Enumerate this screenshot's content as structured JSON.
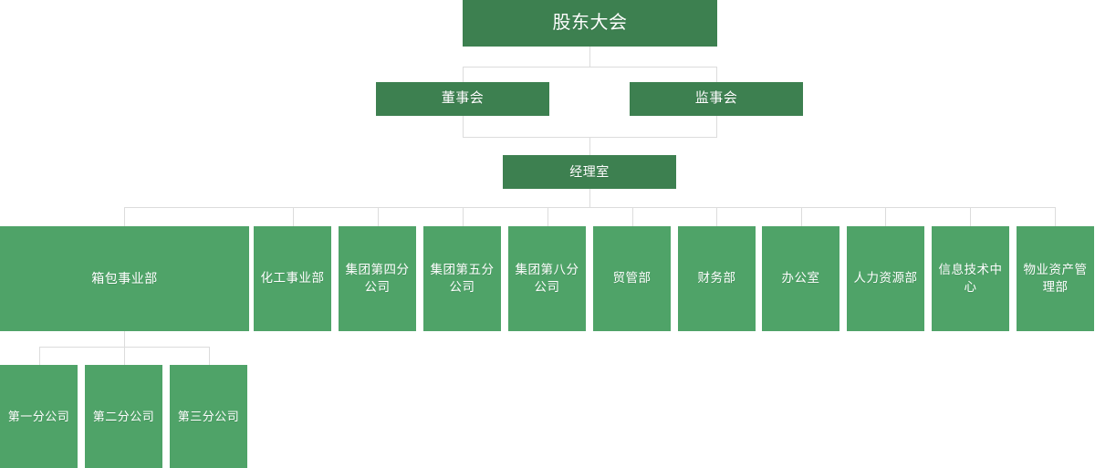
{
  "chart_data": {
    "type": "diagram",
    "diagram_kind": "organization-chart",
    "title": "",
    "orientation": "top-down",
    "colors": {
      "node_primary": "#3d8050",
      "node_secondary": "#4fa368",
      "connector": "#dcdcdc",
      "text": "#ffffff",
      "background": "#ffffff"
    },
    "levels": [
      {
        "level": 1,
        "nodes": [
          "股东大会"
        ]
      },
      {
        "level": 2,
        "nodes": [
          "董事会",
          "监事会"
        ]
      },
      {
        "level": 3,
        "nodes": [
          "经理室"
        ]
      },
      {
        "level": 4,
        "nodes": [
          "箱包事业部",
          "化工事业部",
          "集团第四分公司",
          "集团第五分公司",
          "集团第八分公司",
          "贸管部",
          "财务部",
          "办公室",
          "人力资源部",
          "信息技术中心",
          "物业资产管理部"
        ]
      },
      {
        "level": 5,
        "nodes": [
          "第一分公司",
          "第二分公司",
          "第三分公司"
        ]
      }
    ],
    "edges": [
      {
        "from": "股东大会",
        "to": "董事会"
      },
      {
        "from": "股东大会",
        "to": "监事会"
      },
      {
        "from": "董事会",
        "to": "经理室"
      },
      {
        "from": "监事会",
        "to": "经理室"
      },
      {
        "from": "经理室",
        "to": "箱包事业部"
      },
      {
        "from": "经理室",
        "to": "化工事业部"
      },
      {
        "from": "经理室",
        "to": "集团第四分公司"
      },
      {
        "from": "经理室",
        "to": "集团第五分公司"
      },
      {
        "from": "经理室",
        "to": "集团第八分公司"
      },
      {
        "from": "经理室",
        "to": "贸管部"
      },
      {
        "from": "经理室",
        "to": "财务部"
      },
      {
        "from": "经理室",
        "to": "办公室"
      },
      {
        "from": "经理室",
        "to": "人力资源部"
      },
      {
        "from": "经理室",
        "to": "信息技术中心"
      },
      {
        "from": "经理室",
        "to": "物业资产管理部"
      },
      {
        "from": "箱包事业部",
        "to": "第一分公司"
      },
      {
        "from": "箱包事业部",
        "to": "第二分公司"
      },
      {
        "from": "箱包事业部",
        "to": "第三分公司"
      }
    ]
  },
  "nodes": {
    "shareholders_meeting": "股东大会",
    "board_of_directors": "董事会",
    "board_of_supervisors": "监事会",
    "manager_office": "经理室",
    "departments": [
      "箱包事业部",
      "化工事业部",
      "集团第四分公司",
      "集团第五分公司",
      "集团第八分公司",
      "贸管部",
      "财务部",
      "办公室",
      "人力资源部",
      "信息技术中心",
      "物业资产管理部"
    ],
    "branches": [
      "第一分公司",
      "第二分公司",
      "第三分公司"
    ]
  }
}
